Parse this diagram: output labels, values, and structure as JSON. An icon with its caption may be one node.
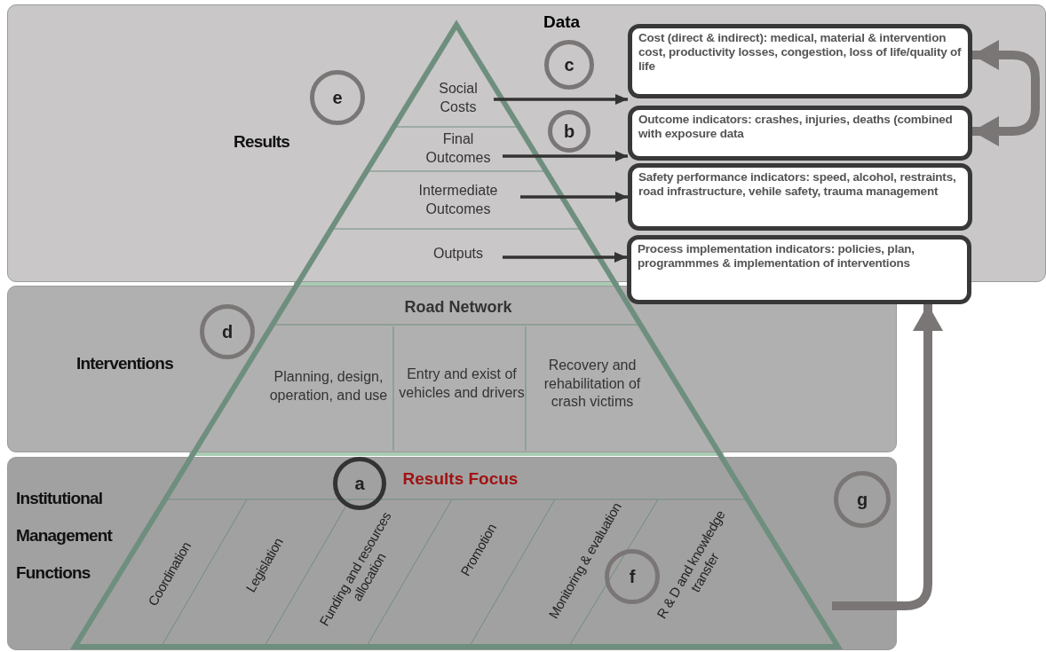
{
  "diagram": {
    "nodes": [
      {
        "text": [
          "Results"
        ]
      },
      {
        "text": [
          "Interventions"
        ]
      },
      {
        "text": [
          "Institutional Management Functions"
        ]
      },
      {
        "text": [
          "Social Costs"
        ],
        "in": 0
      },
      {
        "text": [
          "Final Outcomes"
        ],
        "in": 0
      },
      {
        "text": [
          "Intermediate Outcomes"
        ],
        "in": 0
      },
      {
        "text": [
          "Outputs"
        ],
        "in": 0
      },
      {
        "text": [
          "Road Network"
        ],
        "in": 1
      },
      {
        "text": [
          "Planning, design, operation, and use"
        ],
        "in": 1
      },
      {
        "text": [
          "Entry and exist of vehicles and drivers"
        ],
        "in": 1
      },
      {
        "text": [
          "Recovery and rehabilitation of crash victims"
        ],
        "in": 1
      },
      {
        "text": [
          "Results Focus"
        ],
        "in": 2
      },
      {
        "text": [
          "Coordination"
        ],
        "in": 2
      },
      {
        "text": [
          "Legislation"
        ],
        "in": 2
      },
      {
        "text": [
          "Funding and resources allocation"
        ],
        "in": 2
      },
      {
        "text": [
          "Promotion"
        ],
        "in": 2
      },
      {
        "text": [
          "Monitoring & evaluation"
        ],
        "in": 2
      },
      {
        "text": [
          "R & D and knowledge transfer"
        ],
        "in": 2
      },
      {
        "text": [
          "Cost (direct & indirect): medical, material & intervention cost, productivity losses, congestion, loss of life/quality of life"
        ],
        "in": 0
      },
      {
        "text": [
          "Outcome indicators: crashes, injuries, deaths (combined with exposure data"
        ],
        "in": 0
      },
      {
        "text": [
          "Safety performance indicators: speed, alcohol, restraints, road infrastructure, vehile safety, trauma management"
        ],
        "in": 0
      },
      {
        "text": [
          "Process implementation indicators: policies, plan, programmmes & implementation of interventions"
        ]
      },
      {
        "text": [
          "e"
        ],
        "in": 0
      },
      {
        "text": [
          "c"
        ],
        "in": 0
      },
      {
        "text": [
          "b"
        ],
        "in": 0
      },
      {
        "text": [
          "d"
        ],
        "in": 1
      },
      {
        "text": [
          "a"
        ],
        "in": 2
      },
      {
        "text": [
          "f"
        ],
        "in": 2
      },
      {
        "text": [
          "g"
        ],
        "in": 2
      }
    ],
    "edges": [
      {
        "from": 3,
        "to": 18,
        "arrow": "to"
      },
      {
        "from": 4,
        "to": 19,
        "arrow": "to"
      },
      {
        "from": 5,
        "to": 20,
        "arrow": "to"
      },
      {
        "from": 6,
        "to": 21,
        "arrow": "to"
      },
      {
        "from": 18,
        "to": 19,
        "arrow": "both",
        "style": "thick",
        "color": "#7a7676"
      },
      {
        "from": null,
        "to": 21,
        "arrow": "to",
        "style": "thick",
        "color": "#7a7676"
      }
    ],
    "labels": [
      "Data"
    ]
  }
}
